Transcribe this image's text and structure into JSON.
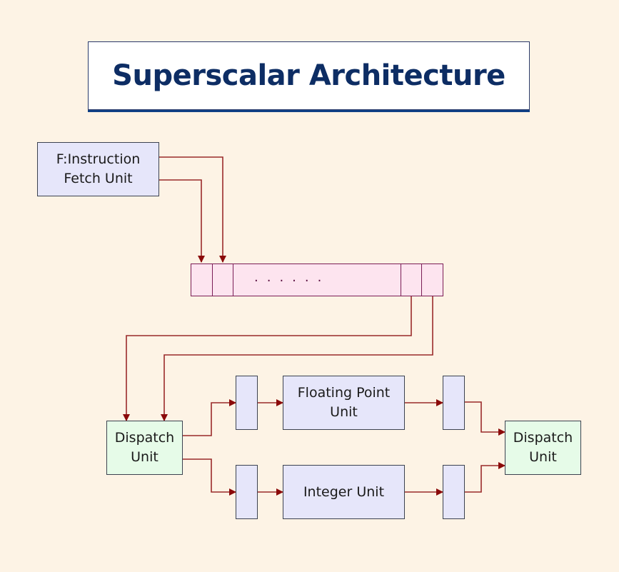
{
  "title": "Superscalar Architecture",
  "colors": {
    "background": "#fdf3e5",
    "title_text": "#0d2d64",
    "title_shadow": "#0f3f85",
    "unit_fill": "#e6e6fa",
    "dispatch_fill": "#e6fbe8",
    "buffer_fill": "#fde4ef",
    "buffer_stroke": "#7a1d55",
    "arrow": "#8b0a0a"
  },
  "nodes": {
    "fetch_unit": {
      "line1": "F:Instruction",
      "line2": "Fetch Unit"
    },
    "instruction_buffer": {
      "ellipsis": "......"
    },
    "dispatch_unit_left": {
      "line1": "Dispatch",
      "line2": "Unit"
    },
    "floating_point_unit": {
      "line1": "Floating Point",
      "line2": "Unit"
    },
    "integer_unit": {
      "line1": "Integer Unit"
    },
    "dispatch_unit_right": {
      "line1": "Dispatch",
      "line2": "Unit"
    }
  },
  "edges": [
    {
      "from": "fetch_unit",
      "to": "instruction_buffer"
    },
    {
      "from": "fetch_unit",
      "to": "instruction_buffer"
    },
    {
      "from": "instruction_buffer",
      "to": "dispatch_unit_left"
    },
    {
      "from": "instruction_buffer",
      "to": "dispatch_unit_left"
    },
    {
      "from": "dispatch_unit_left",
      "to": "fp_input_register"
    },
    {
      "from": "dispatch_unit_left",
      "to": "int_input_register"
    },
    {
      "from": "fp_input_register",
      "to": "floating_point_unit"
    },
    {
      "from": "int_input_register",
      "to": "integer_unit"
    },
    {
      "from": "floating_point_unit",
      "to": "fp_output_register"
    },
    {
      "from": "integer_unit",
      "to": "int_output_register"
    },
    {
      "from": "fp_output_register",
      "to": "dispatch_unit_right"
    },
    {
      "from": "int_output_register",
      "to": "dispatch_unit_right"
    }
  ]
}
